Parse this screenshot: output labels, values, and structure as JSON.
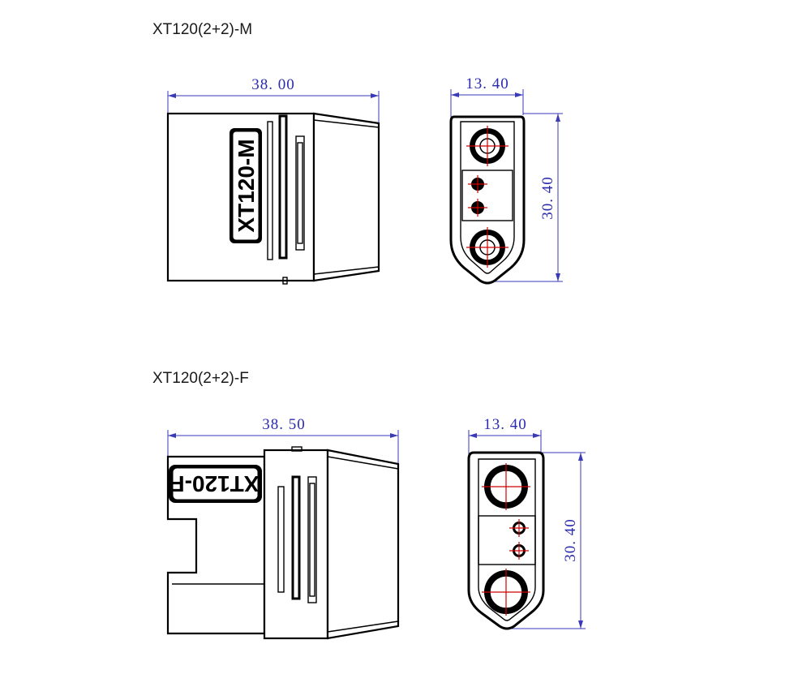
{
  "male": {
    "title": "XT120(2+2)-M",
    "body_label": "XT120-M",
    "width_dim": "38. 00",
    "front_width_dim": "13. 40",
    "front_height_dim": "30. 40"
  },
  "female": {
    "title": "XT120(2+2)-F",
    "body_label": "XT120-F",
    "width_dim": "38. 50",
    "front_width_dim": "13. 40",
    "front_height_dim": "30. 40"
  },
  "colors": {
    "dimension": "#3a3ab8",
    "crosshair": "#d00000",
    "outline": "#000000"
  }
}
